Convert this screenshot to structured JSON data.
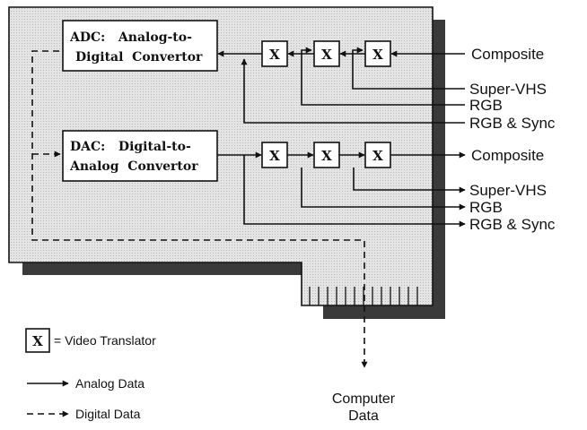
{
  "adc": {
    "line1": "ADC:   Analog-to-",
    "line2": "Digital  Convertor"
  },
  "dac": {
    "line1": "DAC:   Digital-to-",
    "line2": "Analog  Convertor"
  },
  "translator_symbol": "X",
  "inputs": [
    "Composite",
    "Super-VHS",
    "RGB",
    "RGB & Sync"
  ],
  "outputs": [
    "Composite",
    "Super-VHS",
    "RGB",
    "RGB & Sync"
  ],
  "computer_data": {
    "line1": "Computer",
    "line2": "Data"
  },
  "legend": {
    "translator": "= Video Translator",
    "analog": "Analog Data",
    "digital": "Digital Data"
  }
}
